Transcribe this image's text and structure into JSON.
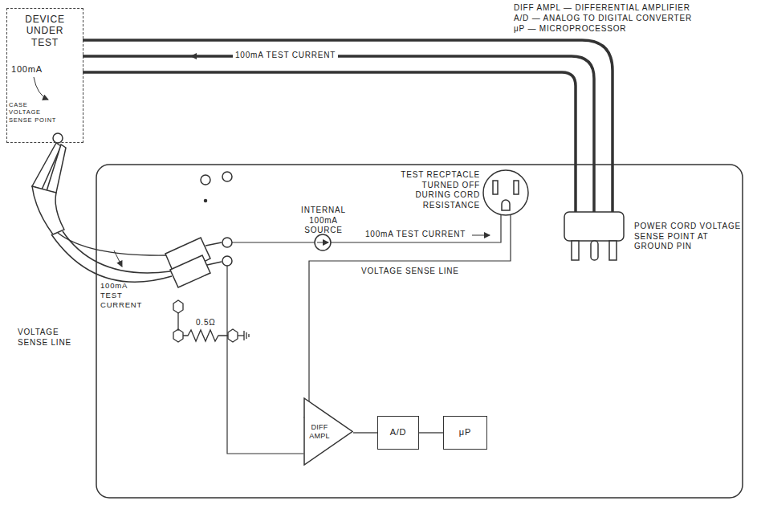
{
  "diagram": {
    "nodes": [
      {
        "text": [
          "DEVICE UNDER TEST"
        ]
      },
      {
        "text": [
          "DIFF AMPL"
        ]
      },
      {
        "text": [
          "A/D"
        ]
      },
      {
        "text": [
          "μP"
        ]
      }
    ],
    "edges": [
      {
        "from": 1,
        "to": 2,
        "arrow": "none"
      },
      {
        "from": 2,
        "to": 3,
        "arrow": "none"
      }
    ],
    "labels": [
      "DIFF AMPL — DIFFERENTIAL AMPLIFIER",
      "A/D — ANALOG TO DIGITAL CONVERTER",
      "μP — MICROPROCESSOR",
      "100mA TEST CURRENT",
      "POWER CORD VOLTAGE SENSE POINT AT GROUND PIN",
      "100mA",
      "CASE VOLTAGE SENSE POINT",
      "TEST RECPTACLE TURNED OFF DURING CORD RESISTANCE",
      "INTERNAL 100mA SOURCE",
      "100mA TEST CURRENT",
      "VOLTAGE SENSE LINE",
      "100mA TEST CURRENT",
      "VOLTAGE SENSE LINE",
      "0.5Ω"
    ]
  }
}
